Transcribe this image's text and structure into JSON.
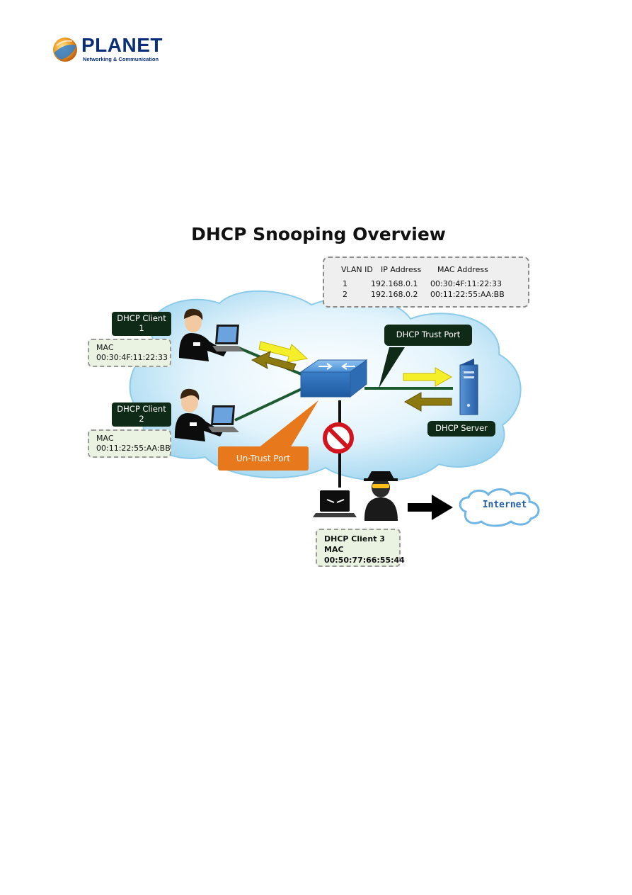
{
  "logo": {
    "name": "PLANET",
    "tagline": "Networking & Communication"
  },
  "diagram": {
    "title": "DHCP Snooping Overview",
    "binding_table": {
      "headers": [
        "VLAN ID",
        "IP Address",
        "MAC Address"
      ],
      "rows": [
        {
          "vlan": "1",
          "ip": "192.168.0.1",
          "mac": "00:30:4F:11:22:33"
        },
        {
          "vlan": "2",
          "ip": "192.168.0.2",
          "mac": "00:11:22:55:AA:BB"
        }
      ]
    },
    "client1": {
      "label_line1": "DHCP Client",
      "label_line2": "1",
      "mac_title": "MAC",
      "mac": "00:30:4F:11:22:33"
    },
    "client2": {
      "label_line1": "DHCP Client",
      "label_line2": "2",
      "mac_title": "MAC",
      "mac": "00:11:22:55:AA:BB"
    },
    "client3": {
      "label": "DHCP Client 3",
      "mac_title": "MAC",
      "mac": "00:50:77:66:55:44"
    },
    "trust_port": "DHCP Trust Port",
    "untrust_port": "Un-Trust Port",
    "server": "DHCP Server",
    "internet": "Internet",
    "colors": {
      "cloud": "#bfe4f6",
      "switch": "#3a7ec8",
      "arrow_yellow": "#f5ef2a",
      "arrow_olive": "#8c7a10",
      "link_green": "#1c5a2f",
      "orange": "#e8781c",
      "label_dark": "#0f2a17",
      "prohibit_red": "#d2141e"
    }
  }
}
